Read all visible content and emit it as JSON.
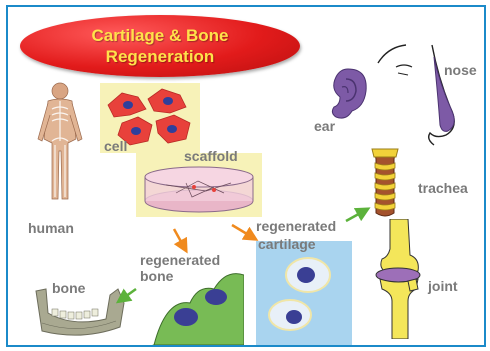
{
  "title": {
    "line1": "Cartilage & Bone",
    "line2": "Regeneration"
  },
  "labels": {
    "human": "human",
    "cell": "cell",
    "scaffold": "scaffold",
    "regenerated_bone_line1": "regenerated",
    "regenerated_bone_line2": "bone",
    "regenerated_cartilage_line1": "regenerated",
    "regenerated_cartilage_line2": "cartilage",
    "bone": "bone",
    "ear": "ear",
    "nose": "nose",
    "trachea": "trachea",
    "joint": "joint"
  },
  "colors": {
    "frame_border": "#1b8ac9",
    "title_fill": "#e21b1b",
    "title_text": "#ffe24a",
    "label_text": "#7a7a7a",
    "cell_panel": "#f7f2b8",
    "cell_red": "#e8413b",
    "nucleus_blue": "#2f3f9c",
    "cartilage_panel": "#a9d4ef",
    "bone_panel": "#a8d889",
    "arrow_orange": "#f08a1e",
    "arrow_green": "#5cb23b",
    "ear_purple": "#7d5aa6",
    "trachea_yellow": "#f2d23a",
    "joint_yellow": "#f4e65a"
  },
  "icons": {
    "human": "human-anatomy-icon",
    "ear": "ear-icon",
    "nose": "nose-icon",
    "trachea": "trachea-icon",
    "joint": "knee-joint-icon",
    "bone": "jawbone-icon"
  }
}
